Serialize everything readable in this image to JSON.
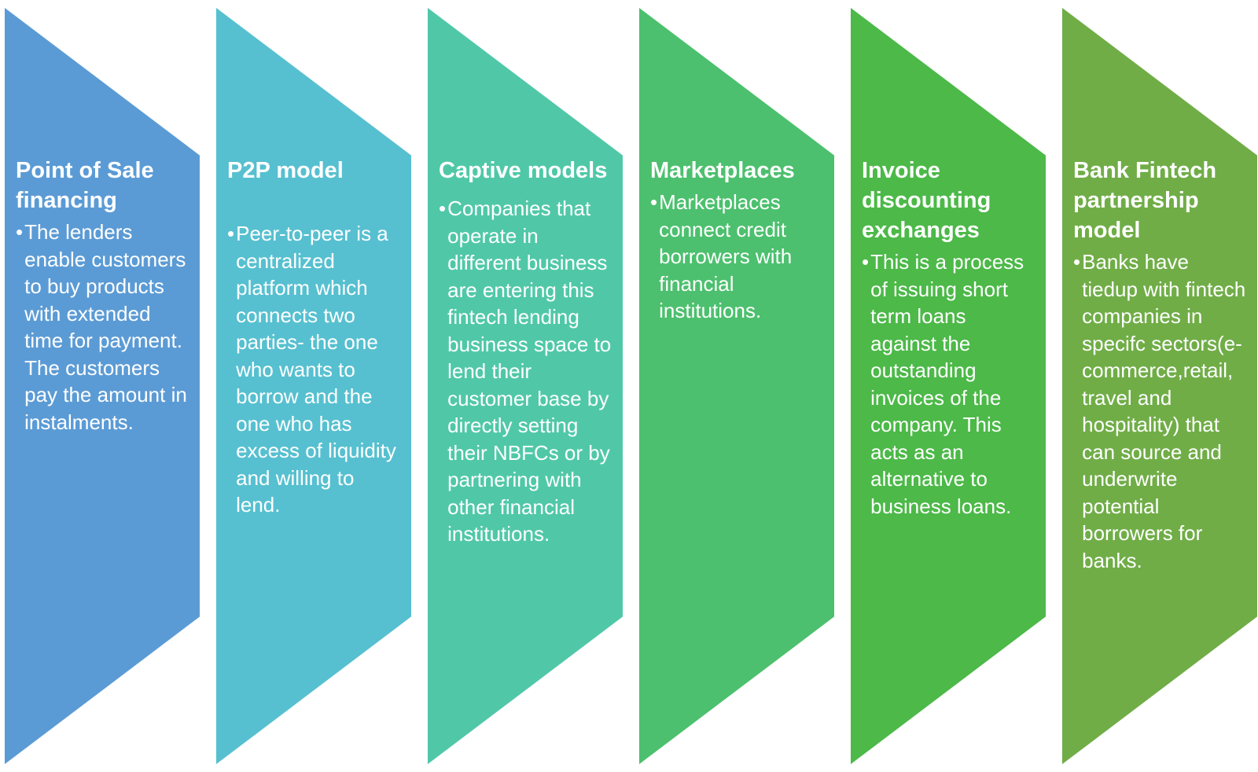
{
  "stages": [
    {
      "title": "Point of Sale financing",
      "bullet": "The lenders enable customers to buy products with extended time for payment. The customers pay the amount in instalments.",
      "color": "#5b9bd5"
    },
    {
      "title": "P2P model",
      "bullet": "Peer-to-peer is a centralized platform which connects two parties- the one who wants to borrow and the one who has excess of liquidity and willing to lend.",
      "color": "#56c0d0"
    },
    {
      "title": "Captive models",
      "bullet": "Companies that operate in different business are entering this fintech lending business space to lend their customer base by directly setting their NBFCs  or by partnering with other financial institutions.",
      "color": "#50c8a8"
    },
    {
      "title": "Marketplaces",
      "bullet": "Marketplaces connect credit borrowers with financial institutions.",
      "color": "#4cc06e"
    },
    {
      "title": "Invoice discounting exchanges",
      "bullet": "This is a process of issuing short term loans against the outstanding invoices of the company. This acts as an alternative to business loans.",
      "color": "#4cb948"
    },
    {
      "title": "Bank Fintech partnership model",
      "bullet": "Banks have tiedup with fintech companies in specifc sectors(e-commerce,retail, travel and hospitality) that can source and underwrite potential borrowers for banks.",
      "color": "#70ad47"
    }
  ],
  "bullet_symbol": "•"
}
